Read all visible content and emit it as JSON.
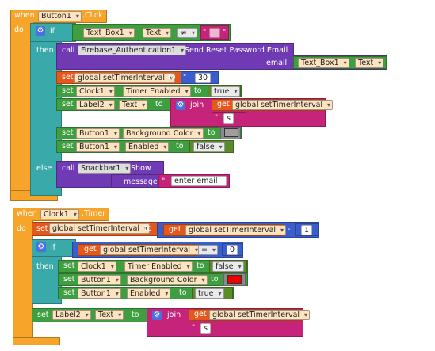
{
  "block1": {
    "when": "when",
    "component": "Button1",
    "event": ".Click",
    "do": "do",
    "if": "if",
    "then": "then",
    "else": "else",
    "cond_component": "Text_Box1",
    "cond_property": "Text",
    "cond_op": "≠",
    "call1": "call",
    "call1_component": "Firebase_Authentication1",
    "call1_method": ".Send Reset Password Email",
    "email_label": "email",
    "email_component": "Text_Box1",
    "email_property": "Text",
    "set1": "set",
    "set1_var": "global setTimerInterval",
    "to": "to",
    "set1_value": "30",
    "set2_component": "Clock1",
    "set2_property": "Timer Enabled",
    "set2_value": "true",
    "set3_component": "Label2",
    "set3_property": "Text",
    "join": "join",
    "get": "get",
    "get_var": "global setTimerInterval",
    "join_text": "s",
    "set4_component": "Button1",
    "set4_property": "Background Color",
    "set4_color": "#9e9e9e",
    "set5_component": "Button1",
    "set5_property": "Enabled",
    "set5_value": "false",
    "call2_component": "Snackbar1",
    "call2_method": ".Show",
    "message_label": "message",
    "message_text": "enter email",
    "quote": "\" "
  },
  "block2": {
    "when": "when",
    "component": "Clock1",
    "event": ".Timer",
    "do": "do",
    "set1_var": "global setTimerInterval",
    "get": "get",
    "get_var": "global setTimerInterval",
    "minus": "-",
    "minus_value": "1",
    "if": "if",
    "then": "then",
    "cmp_op": "=",
    "cmp_value": "0",
    "set2_component": "Clock1",
    "set2_property": "Timer Enabled",
    "set2_value": "false",
    "set3_component": "Button1",
    "set3_property": "Background Color",
    "set3_color": "#ee0000",
    "set4_component": "Button1",
    "set4_property": "Enabled",
    "set4_value": "true",
    "set5_component": "Label2",
    "set5_property": "Text",
    "join": "join",
    "join_text": "s"
  },
  "colors": {
    "event": "#f7a42a",
    "component": "#3f9e3f",
    "control": "#3aa9a9",
    "procedure": "#6f3ab3",
    "text": "#c6247a",
    "variable": "#e5581c",
    "math": "#3a5fcc"
  }
}
